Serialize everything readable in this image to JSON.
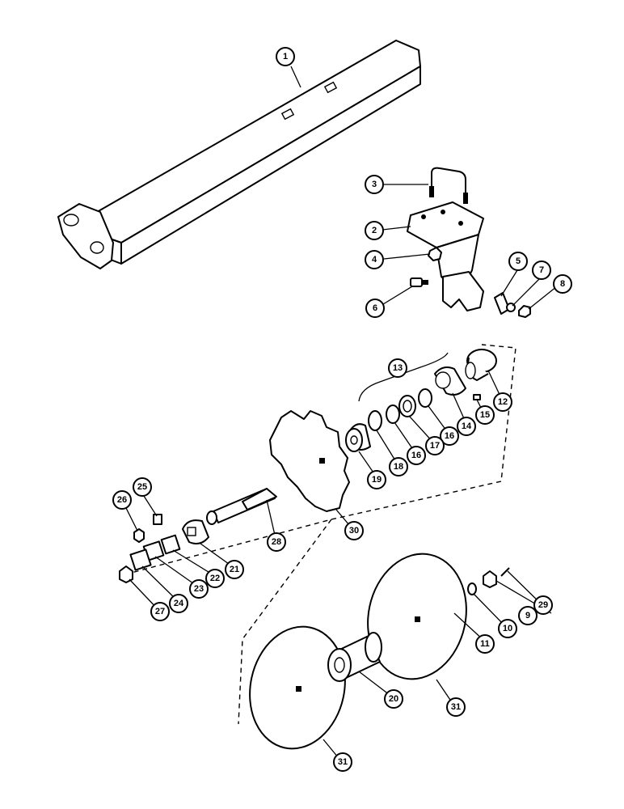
{
  "diagram": {
    "callouts": [
      {
        "id": "c1",
        "label": "1"
      },
      {
        "id": "c2",
        "label": "2"
      },
      {
        "id": "c3",
        "label": "3"
      },
      {
        "id": "c4",
        "label": "4"
      },
      {
        "id": "c5",
        "label": "5"
      },
      {
        "id": "c6",
        "label": "6"
      },
      {
        "id": "c7",
        "label": "7"
      },
      {
        "id": "c8",
        "label": "8"
      },
      {
        "id": "c9",
        "label": "9"
      },
      {
        "id": "c10",
        "label": "10"
      },
      {
        "id": "c11",
        "label": "11"
      },
      {
        "id": "c12",
        "label": "12"
      },
      {
        "id": "c13",
        "label": "13"
      },
      {
        "id": "c14",
        "label": "14"
      },
      {
        "id": "c15",
        "label": "15"
      },
      {
        "id": "c16a",
        "label": "16"
      },
      {
        "id": "c16b",
        "label": "16"
      },
      {
        "id": "c17",
        "label": "17"
      },
      {
        "id": "c18",
        "label": "18"
      },
      {
        "id": "c19",
        "label": "19"
      },
      {
        "id": "c20",
        "label": "20"
      },
      {
        "id": "c21",
        "label": "21"
      },
      {
        "id": "c22",
        "label": "22"
      },
      {
        "id": "c23",
        "label": "23"
      },
      {
        "id": "c24",
        "label": "24"
      },
      {
        "id": "c25",
        "label": "25"
      },
      {
        "id": "c26",
        "label": "26"
      },
      {
        "id": "c27",
        "label": "27"
      },
      {
        "id": "c28",
        "label": "28"
      },
      {
        "id": "c29",
        "label": "29"
      },
      {
        "id": "c30",
        "label": "30"
      },
      {
        "id": "c31a",
        "label": "31"
      },
      {
        "id": "c31b",
        "label": "31"
      }
    ]
  }
}
